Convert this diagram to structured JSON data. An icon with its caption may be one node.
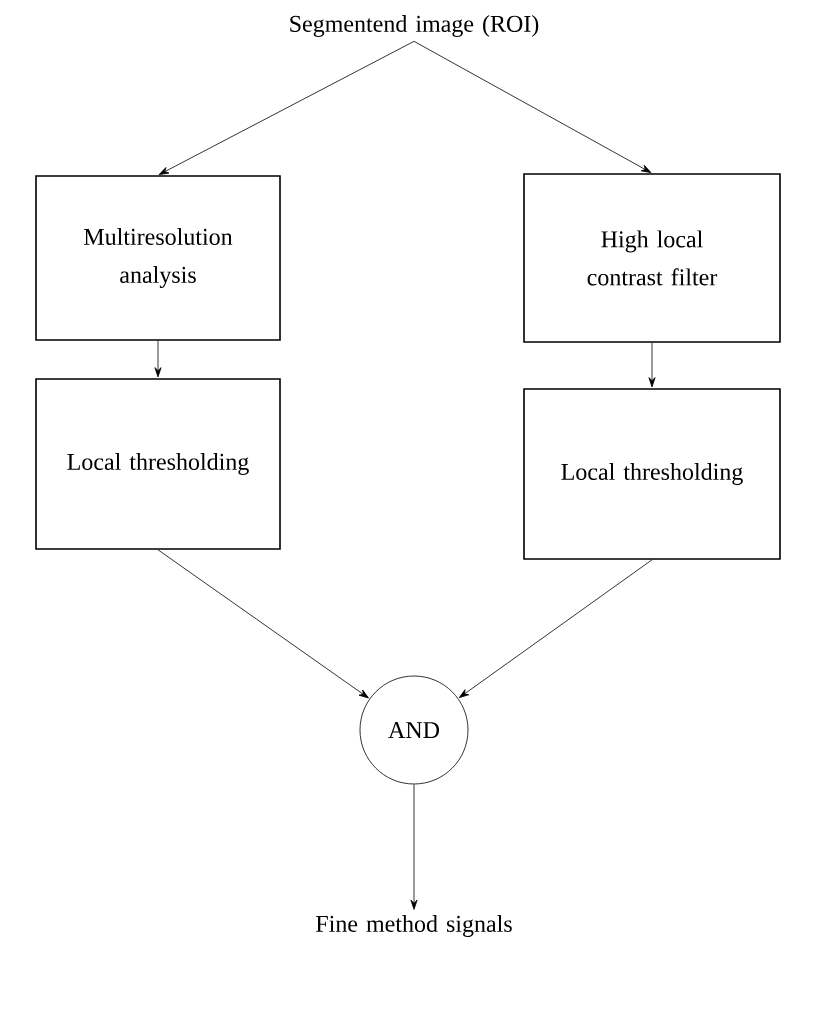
{
  "diagram": {
    "nodes": [
      {
        "text": [
          "Segmentend image (ROI)"
        ]
      },
      {
        "text": [
          "Multiresolution analysis"
        ]
      },
      {
        "text": [
          "High local contrast filter"
        ]
      },
      {
        "text": [
          "Local thresholding"
        ]
      },
      {
        "text": [
          "Local thresholding"
        ]
      },
      {
        "text": [
          "AND"
        ]
      },
      {
        "text": [
          "Fine method signals"
        ]
      }
    ],
    "edges": [
      {
        "from": 0,
        "to": 1,
        "arrow": "to"
      },
      {
        "from": 0,
        "to": 2,
        "arrow": "to"
      },
      {
        "from": 1,
        "to": 3,
        "arrow": "to"
      },
      {
        "from": 2,
        "to": 4,
        "arrow": "to"
      },
      {
        "from": 3,
        "to": 5,
        "arrow": "to"
      },
      {
        "from": 4,
        "to": 5,
        "arrow": "to"
      },
      {
        "from": 5,
        "to": 6,
        "arrow": "to"
      }
    ]
  }
}
